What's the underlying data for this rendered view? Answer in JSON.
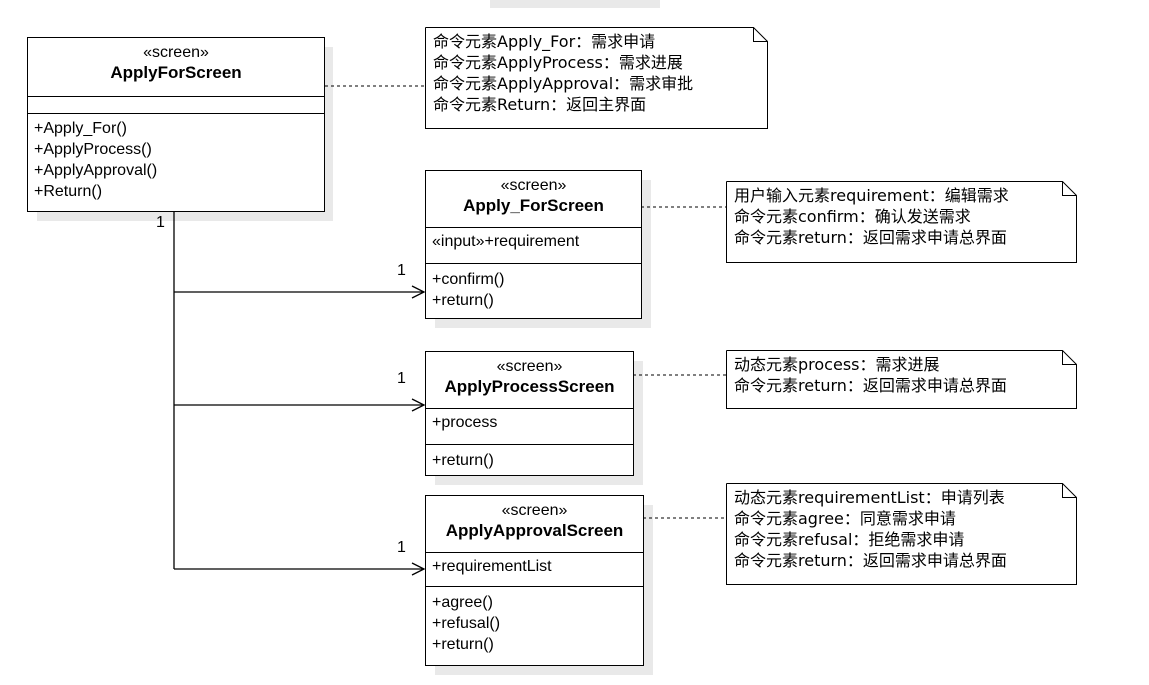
{
  "classes": {
    "main": {
      "stereotype": "«screen»",
      "name": "ApplyForScreen",
      "operations": [
        "+Apply_For()",
        "+ApplyProcess()",
        "+ApplyApproval()",
        "+Return()"
      ]
    },
    "apply_for": {
      "stereotype": "«screen»",
      "name": "Apply_ForScreen",
      "attributes": [
        "«input»+requirement"
      ],
      "operations": [
        "+confirm()",
        "+return()"
      ]
    },
    "apply_process": {
      "stereotype": "«screen»",
      "name": "ApplyProcessScreen",
      "attributes": [
        "+process"
      ],
      "operations": [
        "+return()"
      ]
    },
    "apply_approval": {
      "stereotype": "«screen»",
      "name": "ApplyApprovalScreen",
      "attributes": [
        "+requirementList"
      ],
      "operations": [
        "+agree()",
        "+refusal()",
        "+return()"
      ]
    }
  },
  "notes": {
    "main": [
      "命令元素Apply_For：需求申请",
      "命令元素ApplyProcess：需求进展",
      "命令元素ApplyApproval：需求审批",
      "命令元素Return：返回主界面"
    ],
    "apply_for": [
      "用户输入元素requirement：编辑需求",
      "命令元素confirm：确认发送需求",
      "命令元素return：返回需求申请总界面"
    ],
    "apply_process": [
      "动态元素process：需求进展",
      "命令元素return：返回需求申请总界面"
    ],
    "apply_approval": [
      "动态元素requirementList：申请列表",
      "命令元素agree：同意需求申请",
      "命令元素refusal：拒绝需求申请",
      "命令元素return：返回需求申请总界面"
    ]
  },
  "multiplicities": {
    "source": "1",
    "apply_for": "1",
    "apply_process": "1",
    "apply_approval": "1"
  }
}
